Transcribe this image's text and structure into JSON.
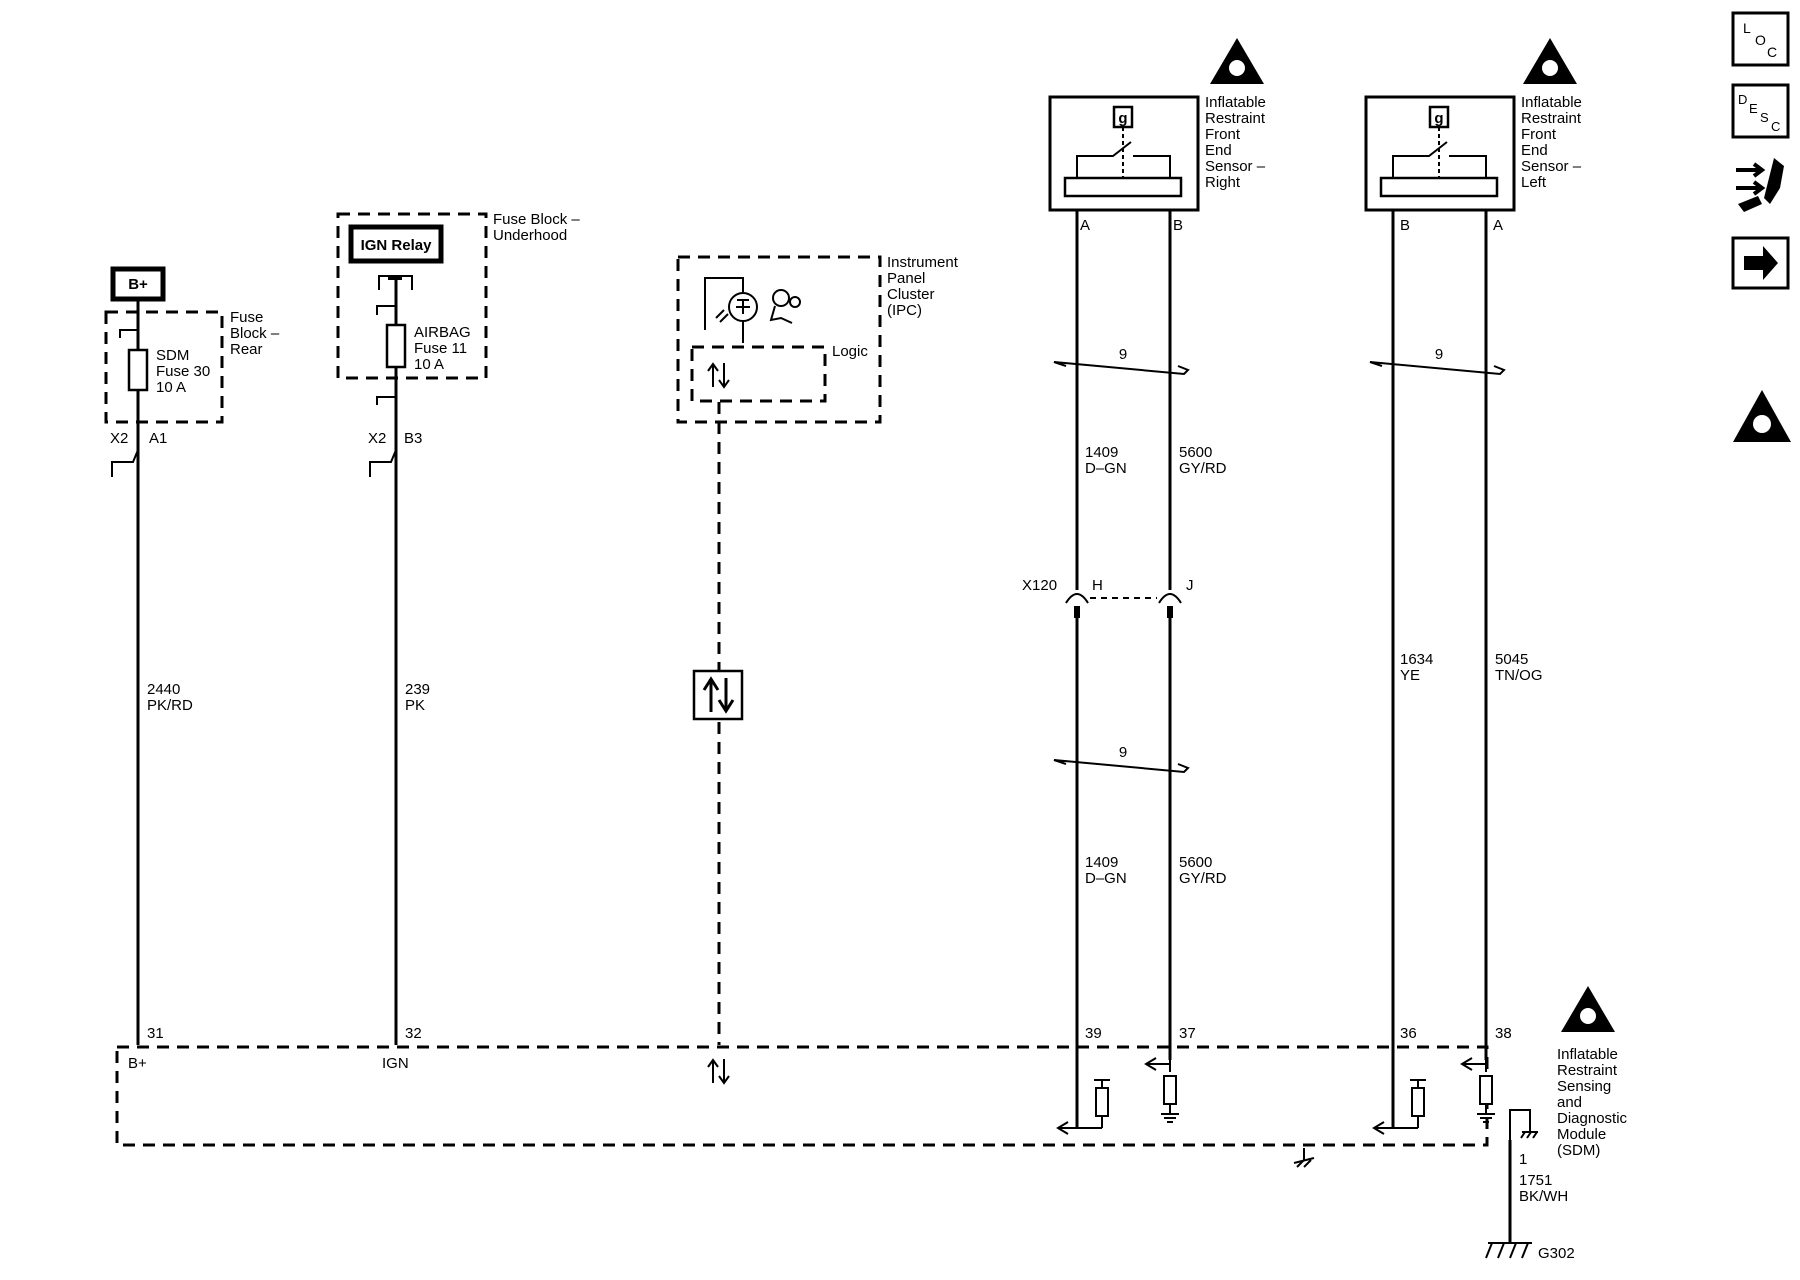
{
  "power": {
    "bplus_source": "B+",
    "ign_relay": "IGN Relay"
  },
  "fuse_block_rear": {
    "title_lines": [
      "Fuse",
      "Block –",
      "Rear"
    ],
    "fuse_lines": [
      "SDM",
      "Fuse 30",
      "10 A"
    ],
    "connector": "X2",
    "pin": "A1"
  },
  "fuse_block_underhood": {
    "title_lines": [
      "Fuse Block –",
      "Underhood"
    ],
    "fuse_lines": [
      "AIRBAG",
      "Fuse 11",
      "10 A"
    ],
    "connector": "X2",
    "pin": "B3"
  },
  "ipc": {
    "title_lines": [
      "Instrument",
      "Panel",
      "Cluster",
      "(IPC)"
    ],
    "logic_label": "Logic"
  },
  "sensor_right": {
    "title_lines": [
      "Inflatable",
      "Restraint",
      "Front",
      "End",
      "Sensor –",
      "Right"
    ],
    "pin_left": "A",
    "pin_right": "B",
    "g_label": "g"
  },
  "sensor_left": {
    "title_lines": [
      "Inflatable",
      "Restraint",
      "Front",
      "End",
      "Sensor –",
      "Left"
    ],
    "pin_left": "B",
    "pin_right": "A",
    "g_label": "g"
  },
  "twist_label": "9",
  "wires": {
    "w2440": [
      "2440",
      "PK/RD"
    ],
    "w239": [
      "239",
      "PK"
    ],
    "w1409_upper": [
      "1409",
      "D–GN"
    ],
    "w5600_upper": [
      "5600",
      "GY/RD"
    ],
    "w1409_lower": [
      "1409",
      "D–GN"
    ],
    "w5600_lower": [
      "5600",
      "GY/RD"
    ],
    "w1634": [
      "1634",
      "YE"
    ],
    "w5045": [
      "5045",
      "TN/OG"
    ],
    "w1751": [
      "1751",
      "BK/WH"
    ]
  },
  "inline_connector": {
    "name": "X120",
    "pin_h": "H",
    "pin_j": "J"
  },
  "sdm": {
    "title_lines": [
      "Inflatable",
      "Restraint",
      "Sensing",
      "and",
      "Diagnostic",
      "Module",
      "(SDM)"
    ],
    "pins": [
      "31",
      "32",
      "39",
      "37",
      "36",
      "38",
      "1"
    ],
    "terminal_bplus": "B+",
    "terminal_ign": "IGN"
  },
  "ground": "G302",
  "sidebar": {
    "loc_letters": [
      "L",
      "O",
      "C"
    ],
    "desc_letters": [
      "D",
      "E",
      "S",
      "C"
    ]
  }
}
